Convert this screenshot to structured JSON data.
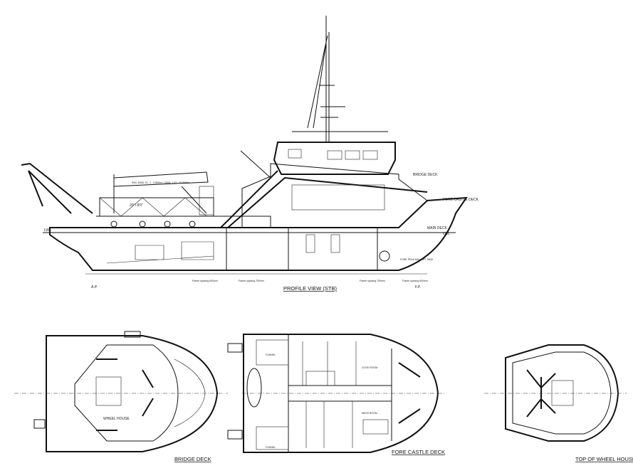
{
  "profile_view": {
    "title": "PROFILE VIEW (STB)",
    "labels": {
      "bridge_deck": "BRIDGE DECK",
      "fore_castle_deck": "FORE CASTLE DECK",
      "main_deck": "MAIN DECK",
      "lwl_fwd": "LWL",
      "lwl_aft": "LWL",
      "crane_spec": "SWL 3000L  S.l. 1 - 0.8Mt/m / 2000L 1.47 - 19.9Mt/m",
      "container": "20' / 8'0\"",
      "ballast_tank": "FORE PEAK BALLAST TANK",
      "frame_spacing_1": "Frame spacing 600mm",
      "frame_spacing_2": "Frame spacing 700mm",
      "frame_spacing_3": "Frame spacing 700mm",
      "frame_spacing_4": "Frame spacing 600mm",
      "ap": "A.P.",
      "fp": "F.P."
    }
  },
  "bridge_deck": {
    "title": "BRIDGE DECK",
    "room": "WHEEL HOUSE"
  },
  "fore_castle_deck": {
    "title": "FORE CASTLE DECK",
    "rooms": {
      "funnel_top": "FUNNEL",
      "funnel_bottom": "FUNNEL",
      "mess": "MESS ROOM",
      "cook": "COOK ROOM"
    }
  },
  "top_of_wheel_house": {
    "title": "TOP OF WHEEL HOUSE"
  }
}
